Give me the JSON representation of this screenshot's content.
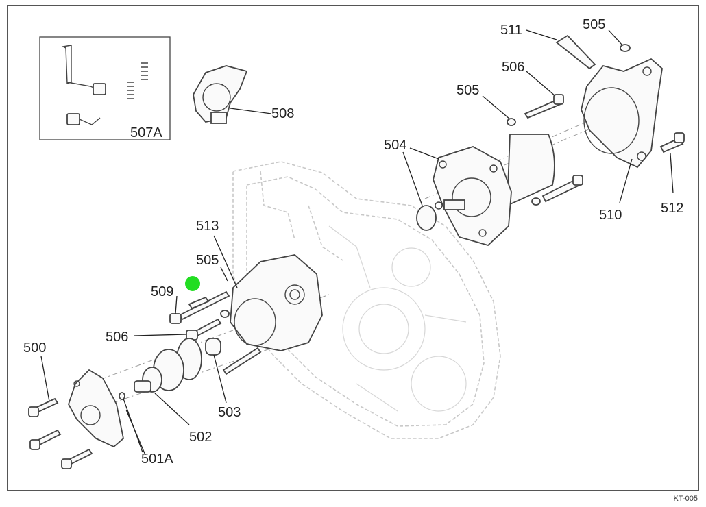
{
  "labels": {
    "l500": "500",
    "l501a": "501A",
    "l502": "502",
    "l503": "503",
    "l504": "504",
    "l505a": "505",
    "l505b": "505",
    "l505c": "505",
    "l506a": "506",
    "l506b": "506",
    "l507a": "507A",
    "l508": "508",
    "l509": "509",
    "l510": "510",
    "l511": "511",
    "l512": "512",
    "l513": "513"
  },
  "diagram_code": "KT-005",
  "marker_color": "#22dd22"
}
